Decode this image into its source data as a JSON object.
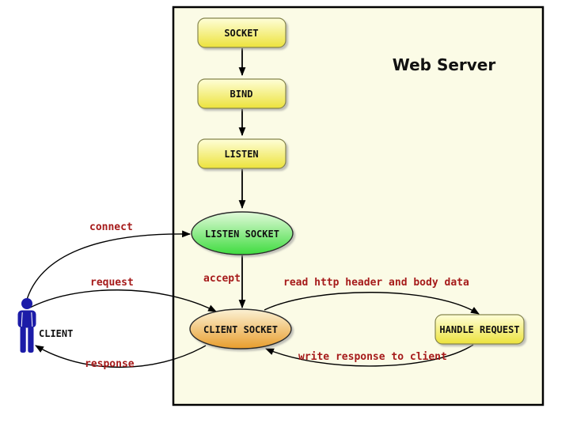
{
  "diagram": {
    "title": "Web Server",
    "nodes": [
      {
        "id": "socket",
        "label": "SOCKET",
        "shape": "rounded-rect"
      },
      {
        "id": "bind",
        "label": "BIND",
        "shape": "rounded-rect"
      },
      {
        "id": "listen",
        "label": "LISTEN",
        "shape": "rounded-rect"
      },
      {
        "id": "listen-socket",
        "label": "LISTEN SOCKET",
        "shape": "ellipse"
      },
      {
        "id": "client-socket",
        "label": "CLIENT SOCKET",
        "shape": "ellipse"
      },
      {
        "id": "handle-request",
        "label": "HANDLE REQUEST",
        "shape": "rounded-rect"
      },
      {
        "id": "client",
        "label": "CLIENT",
        "shape": "person"
      }
    ],
    "edges": [
      {
        "from": "SOCKET",
        "to": "BIND",
        "label": ""
      },
      {
        "from": "BIND",
        "to": "LISTEN",
        "label": ""
      },
      {
        "from": "LISTEN",
        "to": "LISTEN SOCKET",
        "label": ""
      },
      {
        "from": "CLIENT",
        "to": "LISTEN SOCKET",
        "label": "connect"
      },
      {
        "from": "LISTEN SOCKET",
        "to": "CLIENT SOCKET",
        "label": "accept"
      },
      {
        "from": "CLIENT",
        "to": "CLIENT SOCKET",
        "label": "request"
      },
      {
        "from": "CLIENT SOCKET",
        "to": "CLIENT",
        "label": "response"
      },
      {
        "from": "CLIENT SOCKET",
        "to": "HANDLE REQUEST",
        "label": "read http header and body data"
      },
      {
        "from": "HANDLE REQUEST",
        "to": "CLIENT SOCKET",
        "label": "write response to client"
      }
    ]
  },
  "colors": {
    "canvas_background": "#FFFFFF",
    "server_box_background": "#FBFBE6",
    "server_box_border": "#000000",
    "process_box_top": "#FEFED8",
    "process_box_bottom": "#ECE23C",
    "process_box_border": "#85854E",
    "listen_socket_top": "#E2FADA",
    "listen_socket_bottom": "#3FDB3F",
    "client_socket_top": "#FBF1D4",
    "client_socket_bottom": "#E89D2D",
    "edge_label_color": "#A61B1B",
    "client_icon_color": "#1C1CA8",
    "arrow_color": "#000000"
  }
}
